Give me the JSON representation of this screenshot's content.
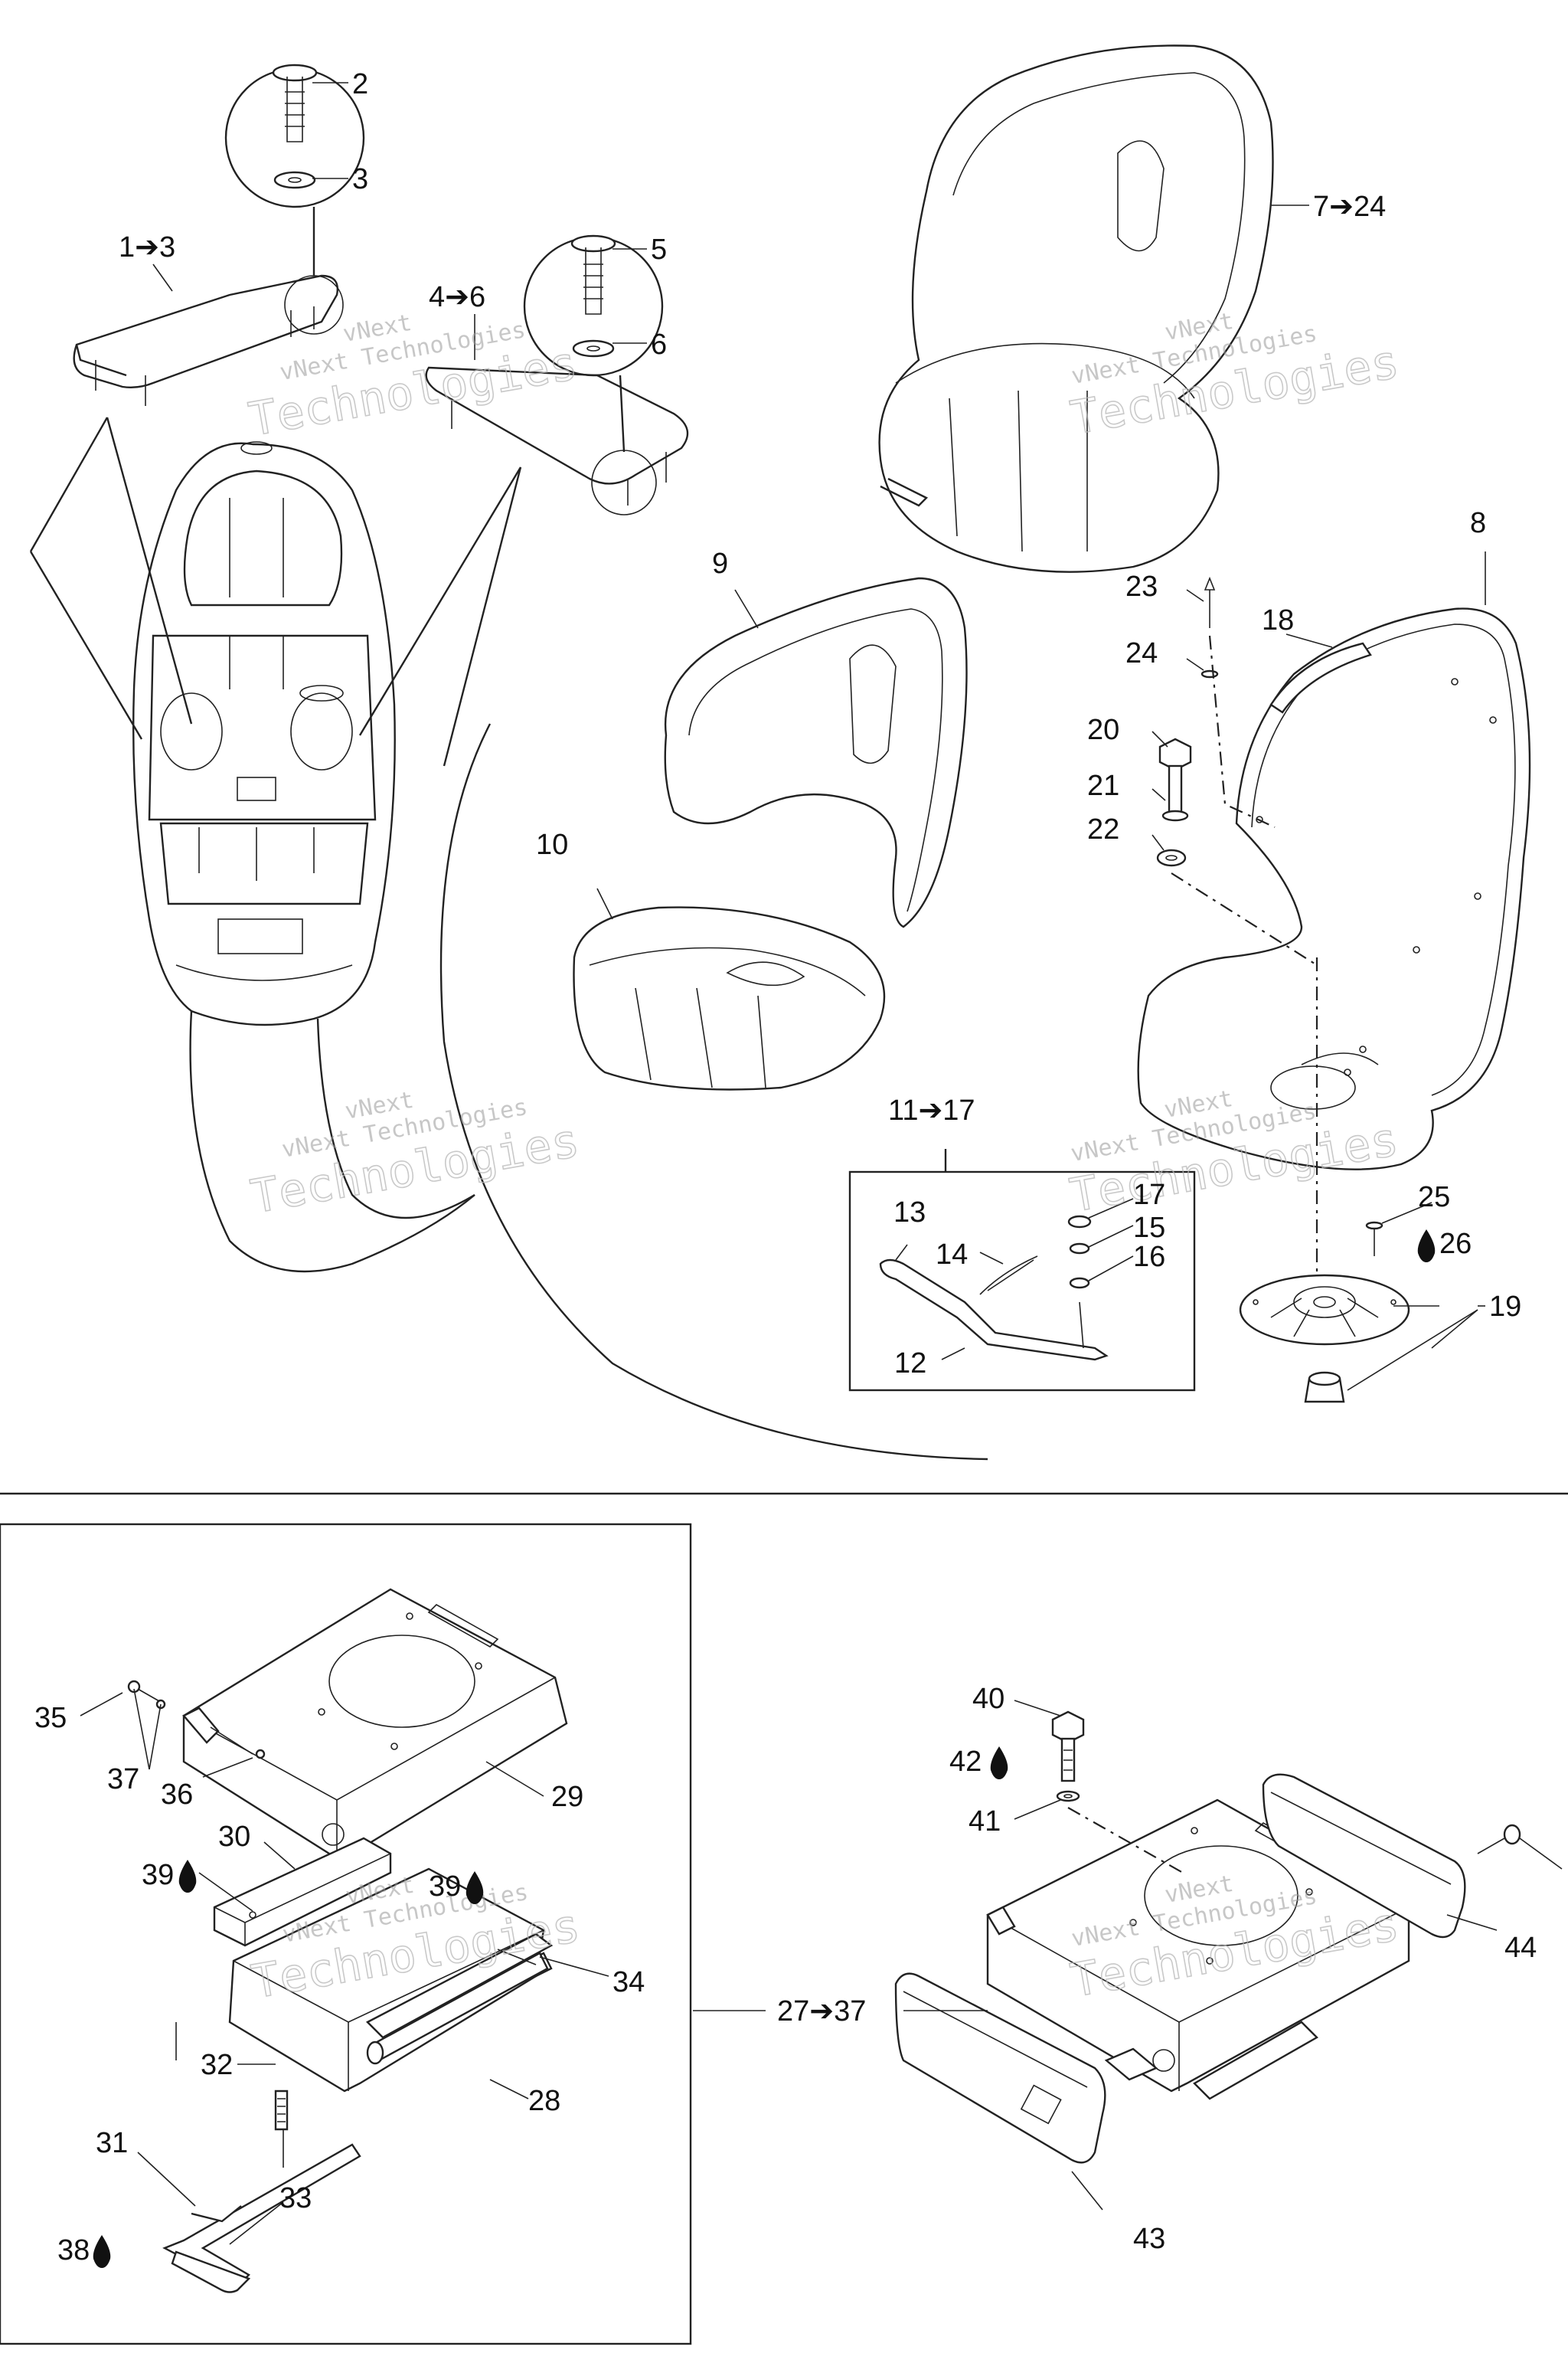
{
  "callouts": [
    {
      "id": "c1",
      "text": "1➔3"
    },
    {
      "id": "c2",
      "text": "2"
    },
    {
      "id": "c3",
      "text": "3"
    },
    {
      "id": "c4",
      "text": "4➔6"
    },
    {
      "id": "c5",
      "text": "5"
    },
    {
      "id": "c6",
      "text": "6"
    },
    {
      "id": "c7",
      "text": "7➔24"
    },
    {
      "id": "c8",
      "text": "8"
    },
    {
      "id": "c9",
      "text": "9"
    },
    {
      "id": "c10",
      "text": "10"
    },
    {
      "id": "c11",
      "text": "11➔17"
    },
    {
      "id": "c12",
      "text": "12"
    },
    {
      "id": "c13",
      "text": "13"
    },
    {
      "id": "c14",
      "text": "14"
    },
    {
      "id": "c15",
      "text": "15"
    },
    {
      "id": "c16",
      "text": "16"
    },
    {
      "id": "c17",
      "text": "17"
    },
    {
      "id": "c18",
      "text": "18"
    },
    {
      "id": "c19",
      "text": "19"
    },
    {
      "id": "c20",
      "text": "20"
    },
    {
      "id": "c21",
      "text": "21"
    },
    {
      "id": "c22",
      "text": "22"
    },
    {
      "id": "c23",
      "text": "23"
    },
    {
      "id": "c24",
      "text": "24"
    },
    {
      "id": "c25",
      "text": "25"
    },
    {
      "id": "c26",
      "text": "26",
      "glue_icon": true
    },
    {
      "id": "c27",
      "text": "27➔37"
    },
    {
      "id": "c28",
      "text": "28"
    },
    {
      "id": "c29",
      "text": "29"
    },
    {
      "id": "c30",
      "text": "30"
    },
    {
      "id": "c31",
      "text": "31"
    },
    {
      "id": "c32",
      "text": "32"
    },
    {
      "id": "c33",
      "text": "33"
    },
    {
      "id": "c34",
      "text": "34"
    },
    {
      "id": "c35",
      "text": "35"
    },
    {
      "id": "c36",
      "text": "36"
    },
    {
      "id": "c37",
      "text": "37"
    },
    {
      "id": "c38",
      "text": "38",
      "glue_icon": true
    },
    {
      "id": "c39a",
      "text": "39",
      "glue_icon": true
    },
    {
      "id": "c39b",
      "text": "39",
      "glue_icon": true
    },
    {
      "id": "c40",
      "text": "40"
    },
    {
      "id": "c41",
      "text": "41"
    },
    {
      "id": "c42",
      "text": "42",
      "glue_icon": true
    },
    {
      "id": "c43",
      "text": "43"
    },
    {
      "id": "c44",
      "text": "44"
    }
  ],
  "watermark": {
    "line1": "vNext",
    "line2": "vNext Technologies",
    "line3": "Technologies"
  },
  "icons": {
    "glue": "drop-icon"
  }
}
